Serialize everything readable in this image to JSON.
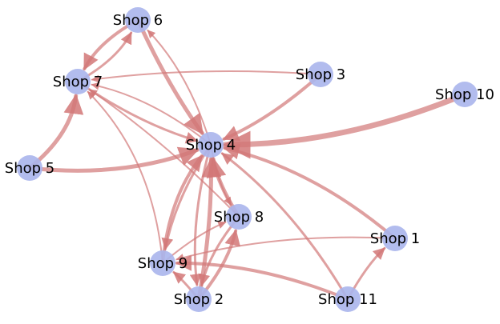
{
  "diagram": {
    "type": "directed-network",
    "colors": {
      "node_fill": "#aab5ec",
      "edge_stroke": "#d27777"
    },
    "nodes": [
      {
        "id": "shop1",
        "label": "Shop 1"
      },
      {
        "id": "shop2",
        "label": "Shop 2"
      },
      {
        "id": "shop3",
        "label": "Shop 3"
      },
      {
        "id": "shop4",
        "label": "Shop 4"
      },
      {
        "id": "shop5",
        "label": "Shop 5"
      },
      {
        "id": "shop6",
        "label": "Shop 6"
      },
      {
        "id": "shop7",
        "label": "Shop 7"
      },
      {
        "id": "shop8",
        "label": "Shop 8"
      },
      {
        "id": "shop9",
        "label": "Shop 9"
      },
      {
        "id": "shop10",
        "label": "Shop 10"
      },
      {
        "id": "shop11",
        "label": "Shop 11"
      }
    ],
    "edges": [
      {
        "source": "shop10",
        "target": "shop4"
      },
      {
        "source": "shop5",
        "target": "shop4"
      },
      {
        "source": "shop5",
        "target": "shop7"
      },
      {
        "source": "shop3",
        "target": "shop4"
      },
      {
        "source": "shop3",
        "target": "shop7"
      },
      {
        "source": "shop6",
        "target": "shop7"
      },
      {
        "source": "shop7",
        "target": "shop6"
      },
      {
        "source": "shop6",
        "target": "shop4"
      },
      {
        "source": "shop4",
        "target": "shop6"
      },
      {
        "source": "shop7",
        "target": "shop4"
      },
      {
        "source": "shop4",
        "target": "shop7"
      },
      {
        "source": "shop8",
        "target": "shop4"
      },
      {
        "source": "shop4",
        "target": "shop8"
      },
      {
        "source": "shop8",
        "target": "shop7"
      },
      {
        "source": "shop9",
        "target": "shop4"
      },
      {
        "source": "shop4",
        "target": "shop9"
      },
      {
        "source": "shop9",
        "target": "shop7"
      },
      {
        "source": "shop2",
        "target": "shop4"
      },
      {
        "source": "shop4",
        "target": "shop2"
      },
      {
        "source": "shop2",
        "target": "shop8"
      },
      {
        "source": "shop8",
        "target": "shop2"
      },
      {
        "source": "shop2",
        "target": "shop9"
      },
      {
        "source": "shop1",
        "target": "shop4"
      },
      {
        "source": "shop1",
        "target": "shop9"
      },
      {
        "source": "shop11",
        "target": "shop4"
      },
      {
        "source": "shop11",
        "target": "shop1"
      },
      {
        "source": "shop11",
        "target": "shop9"
      },
      {
        "source": "shop9",
        "target": "shop8"
      }
    ]
  }
}
